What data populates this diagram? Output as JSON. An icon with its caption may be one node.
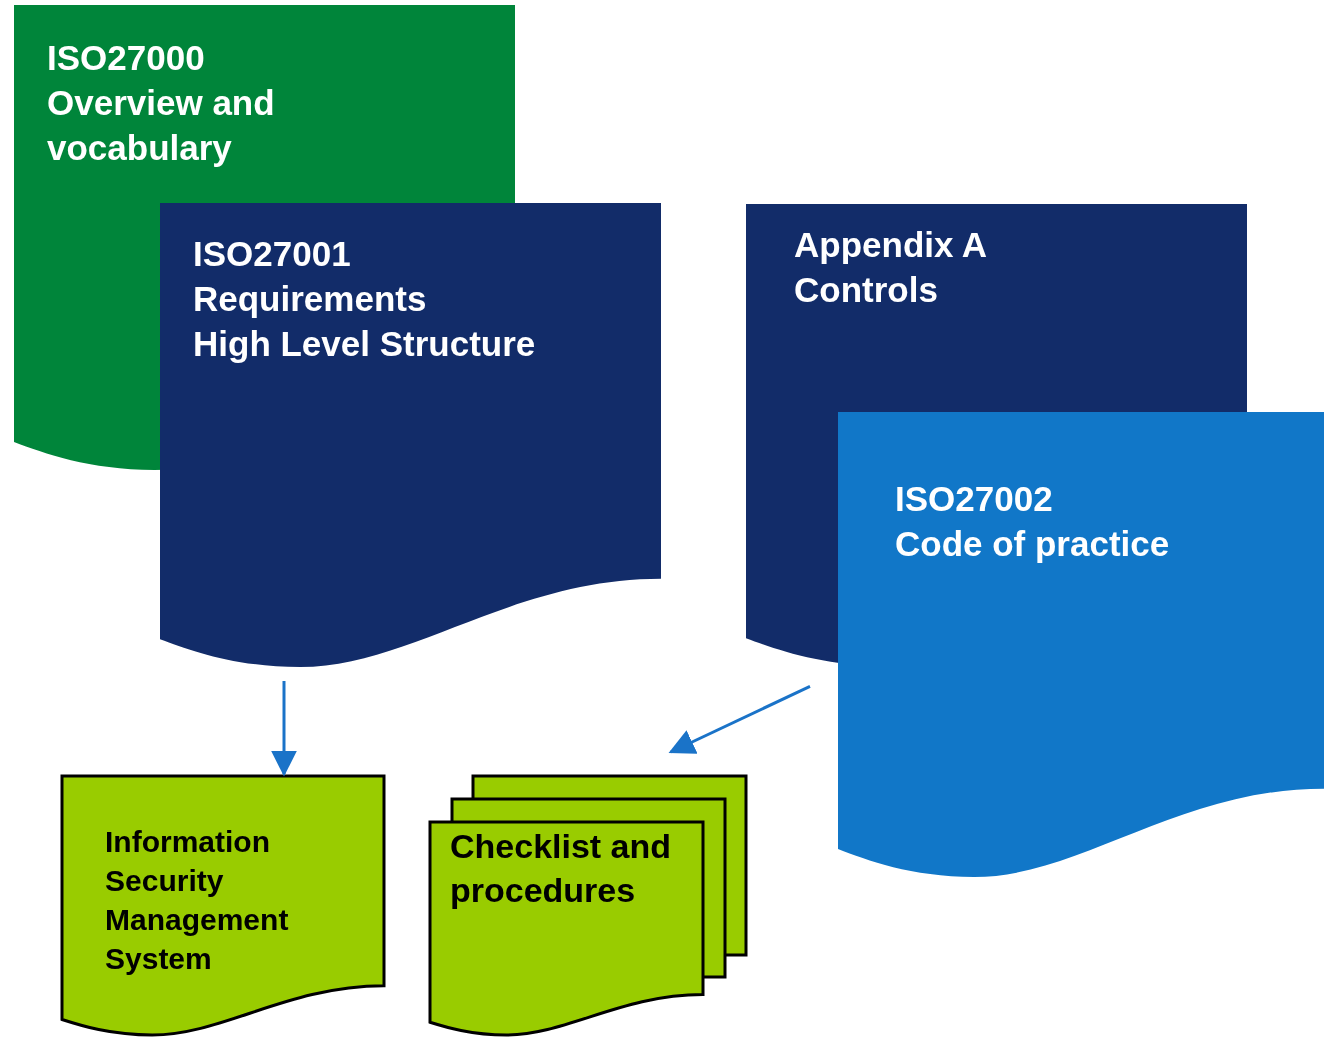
{
  "diagram": {
    "nodes": [
      {
        "text": [
          "ISO27000",
          "Overview and vocabulary"
        ]
      },
      {
        "text": [
          "ISO27001",
          "Requirements",
          "High Level Structure"
        ]
      },
      {
        "text": [
          "Appendix A",
          "Controls"
        ]
      },
      {
        "text": [
          "ISO27002",
          "Code of practice"
        ]
      },
      {
        "text": [
          "Information Security Management System"
        ]
      },
      {
        "text": [
          "Checklist and procedures"
        ]
      }
    ],
    "edges": [
      {
        "from": 1,
        "to": 4,
        "arrow": "to"
      },
      {
        "from": 3,
        "to": 5,
        "arrow": "to"
      }
    ]
  }
}
